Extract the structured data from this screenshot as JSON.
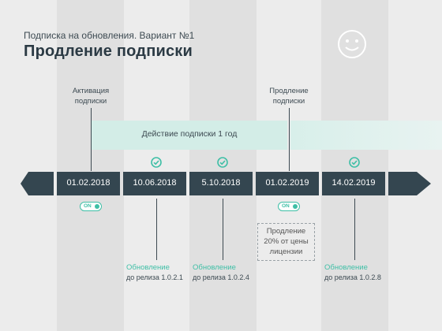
{
  "header": {
    "subtitle": "Подписка на обновления. Вариант №1",
    "title": "Продление подписки"
  },
  "events": [
    {
      "line1": "Активация",
      "line2": "подписки"
    },
    {
      "line1": "Продление",
      "line2": "подписки"
    }
  ],
  "band": {
    "label": "Действие подписки 1 год",
    "color_primary": "#d3ede7",
    "color_secondary": "#dbf0ec"
  },
  "timeline": {
    "color": "#344650",
    "dates": [
      "01.02.2018",
      "10.06.2018",
      "5.10.2018",
      "01.02.2019",
      "14.02.2019"
    ]
  },
  "toggles": [
    {
      "label": "ON"
    },
    {
      "label": "ON"
    }
  ],
  "discount": {
    "line1": "Продление",
    "line2": "20% от цены",
    "line3": "лицензии"
  },
  "updates": [
    {
      "title": "Обновление",
      "subtitle": "до релиза 1.0.2.1"
    },
    {
      "title": "Обновление",
      "subtitle": "до релиза 1.0.2.4"
    },
    {
      "title": "Обновление",
      "subtitle": "до релиза 1.0.2.8"
    }
  ],
  "accent_color": "#3fbfa6"
}
